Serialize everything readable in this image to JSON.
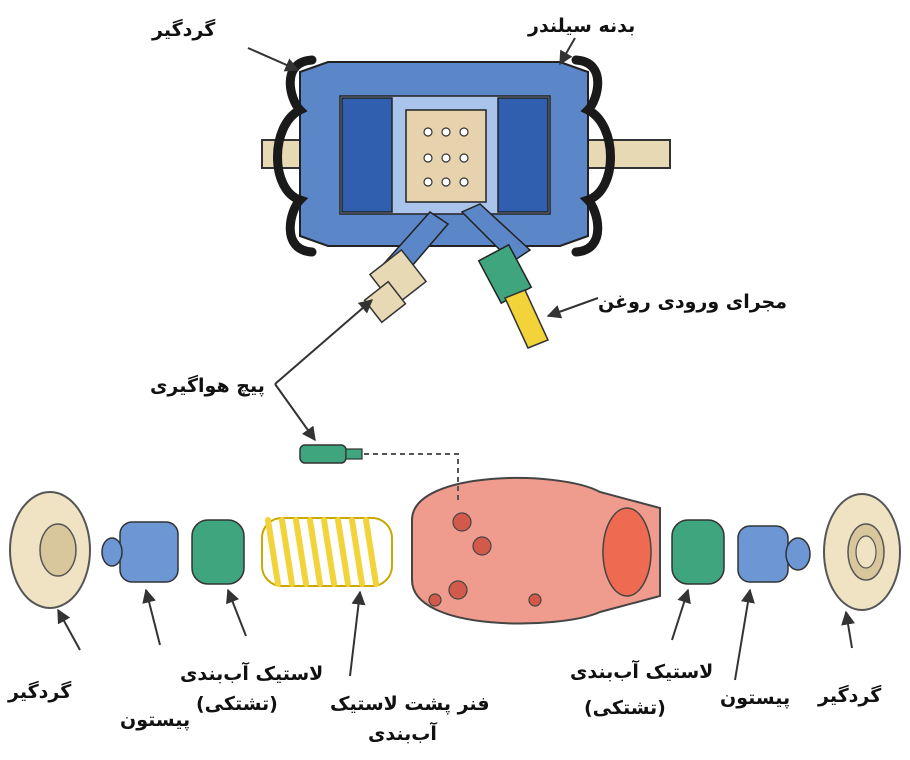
{
  "labels": {
    "top_dust_boot": "گردگیر",
    "cylinder_body": "بدنه سیلندر",
    "oil_inlet": "مجرای ورودی روغن",
    "bleed_screw": "پیچ هواگیری",
    "left_dust_boot": "گردگیر",
    "left_piston": "پیستون",
    "left_seal_line1": "لاستیک آب‌بندی",
    "left_seal_line2": "(تشتکی)",
    "spring_line1": "فنر پشت لاستیک",
    "spring_line2": "آب‌بندی",
    "right_seal_line1": "لاستیک آب‌بندی",
    "right_seal_line2": "(تشتکی)",
    "right_piston": "پیستون",
    "right_dust_boot": "گردگیر"
  },
  "colors": {
    "body_blue": "#5b86c8",
    "seal_blue": "#3c68b4",
    "rod_beige": "#e8d9b5",
    "housing_red": "#ef9c8e",
    "seal_green": "#3fa57f",
    "spring_yellow": "#f2d33a",
    "boot_black": "#1a1a1a"
  }
}
